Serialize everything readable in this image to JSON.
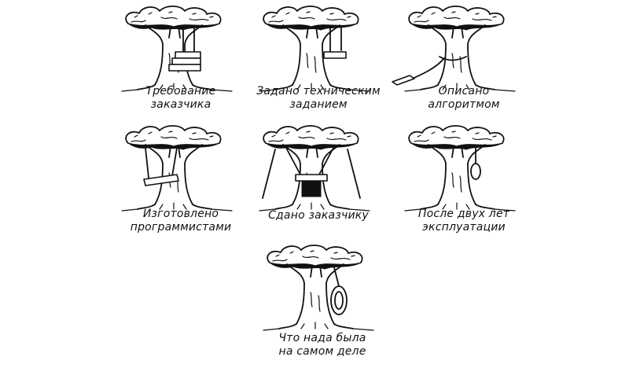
{
  "panels": [
    {
      "id": "customer",
      "caption": [
        "Требование",
        "заказчика"
      ]
    },
    {
      "id": "spec",
      "caption": [
        "Задано техническим",
        "заданием"
      ]
    },
    {
      "id": "algo",
      "caption": [
        "Описано",
        "алгоритмом"
      ]
    },
    {
      "id": "made",
      "caption": [
        "Изготовлено",
        "программистами"
      ]
    },
    {
      "id": "delivered",
      "caption": [
        "Сдано заказчику",
        ""
      ]
    },
    {
      "id": "after",
      "caption": [
        "После двух  лет",
        "эксплуатации"
      ]
    },
    {
      "id": "needed",
      "caption": [
        "Что нада была",
        "на самом деле"
      ]
    }
  ]
}
